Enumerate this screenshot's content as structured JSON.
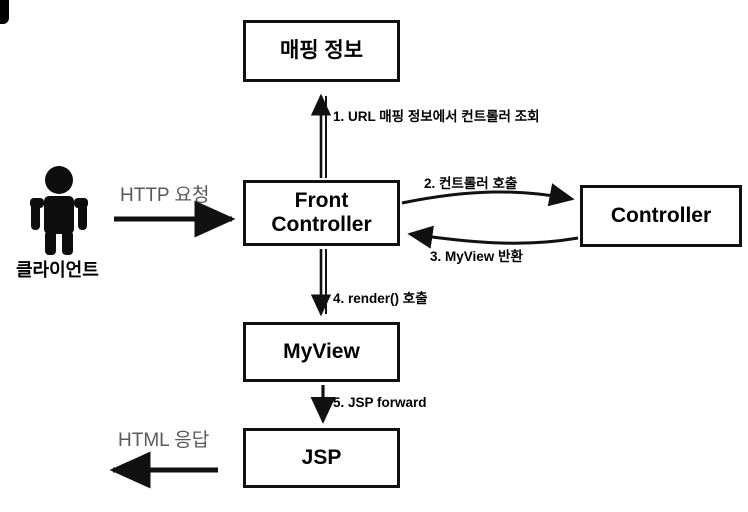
{
  "diagram": {
    "title": "Front Controller pattern flow",
    "boxes": {
      "mapping": "매핑 정보",
      "front_controller_line1": "Front",
      "front_controller_line2": "Controller",
      "controller": "Controller",
      "myview": "MyView",
      "jsp": "JSP"
    },
    "steps": [
      {
        "id": "step-1",
        "label": "1. URL 매핑 정보에서 컨트롤러 조회"
      },
      {
        "id": "step-2",
        "label": "2. 컨트롤러 호출"
      },
      {
        "id": "step-3",
        "label": "3. MyView 반환"
      },
      {
        "id": "step-4",
        "label": "4. render() 호출"
      },
      {
        "id": "step-5",
        "label": "5. JSP forward"
      }
    ],
    "side_labels": {
      "http_request": "HTTP 요청",
      "html_response": "HTML 응답",
      "client": "클라이언트"
    },
    "colors": {
      "stroke": "#111111",
      "background": "#ffffff",
      "gray_text": "#58595b",
      "figure": "#0d0d0d"
    }
  }
}
